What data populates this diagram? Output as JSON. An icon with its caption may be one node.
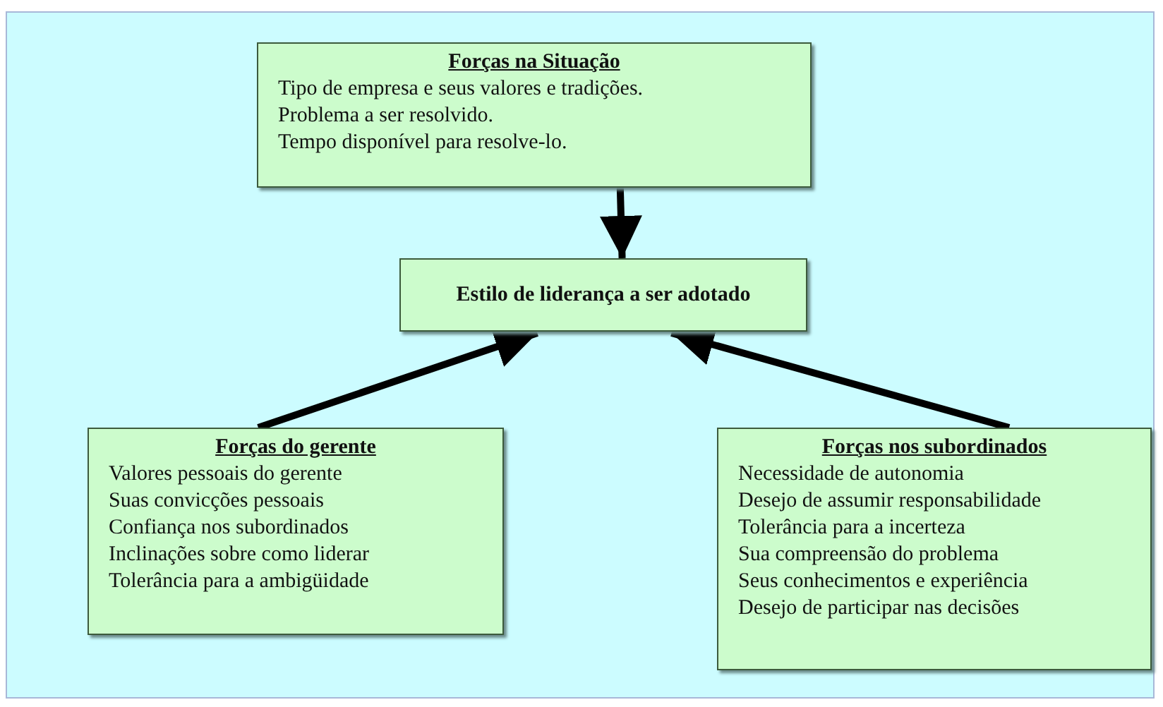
{
  "diagram": {
    "nodes": [
      {
        "text": [
          "Forças na Situação",
          "Tipo de empresa e seus valores e tradições.",
          "Problema a ser resolvido.",
          "Tempo disponível para resolve-lo."
        ]
      },
      {
        "text": [
          "Estilo de liderança a ser adotado"
        ]
      },
      {
        "text": [
          "Forças do gerente",
          "Valores pessoais do gerente",
          "Suas convicções pessoais",
          "Confiança nos subordinados",
          "Inclinações sobre como liderar",
          "Tolerância para a ambigüidade"
        ]
      },
      {
        "text": [
          "Forças nos subordinados",
          "Necessidade de autonomia",
          "Desejo de assumir responsabilidade",
          "Tolerância para a incerteza",
          "Sua compreensão do problema",
          "Seus conhecimentos e experiência",
          "Desejo de participar nas decisões"
        ]
      }
    ],
    "edges": [
      {
        "from": 0,
        "to": 1,
        "arrow": "to"
      },
      {
        "from": 2,
        "to": 1,
        "arrow": "to"
      },
      {
        "from": 3,
        "to": 1,
        "arrow": "to"
      }
    ]
  }
}
